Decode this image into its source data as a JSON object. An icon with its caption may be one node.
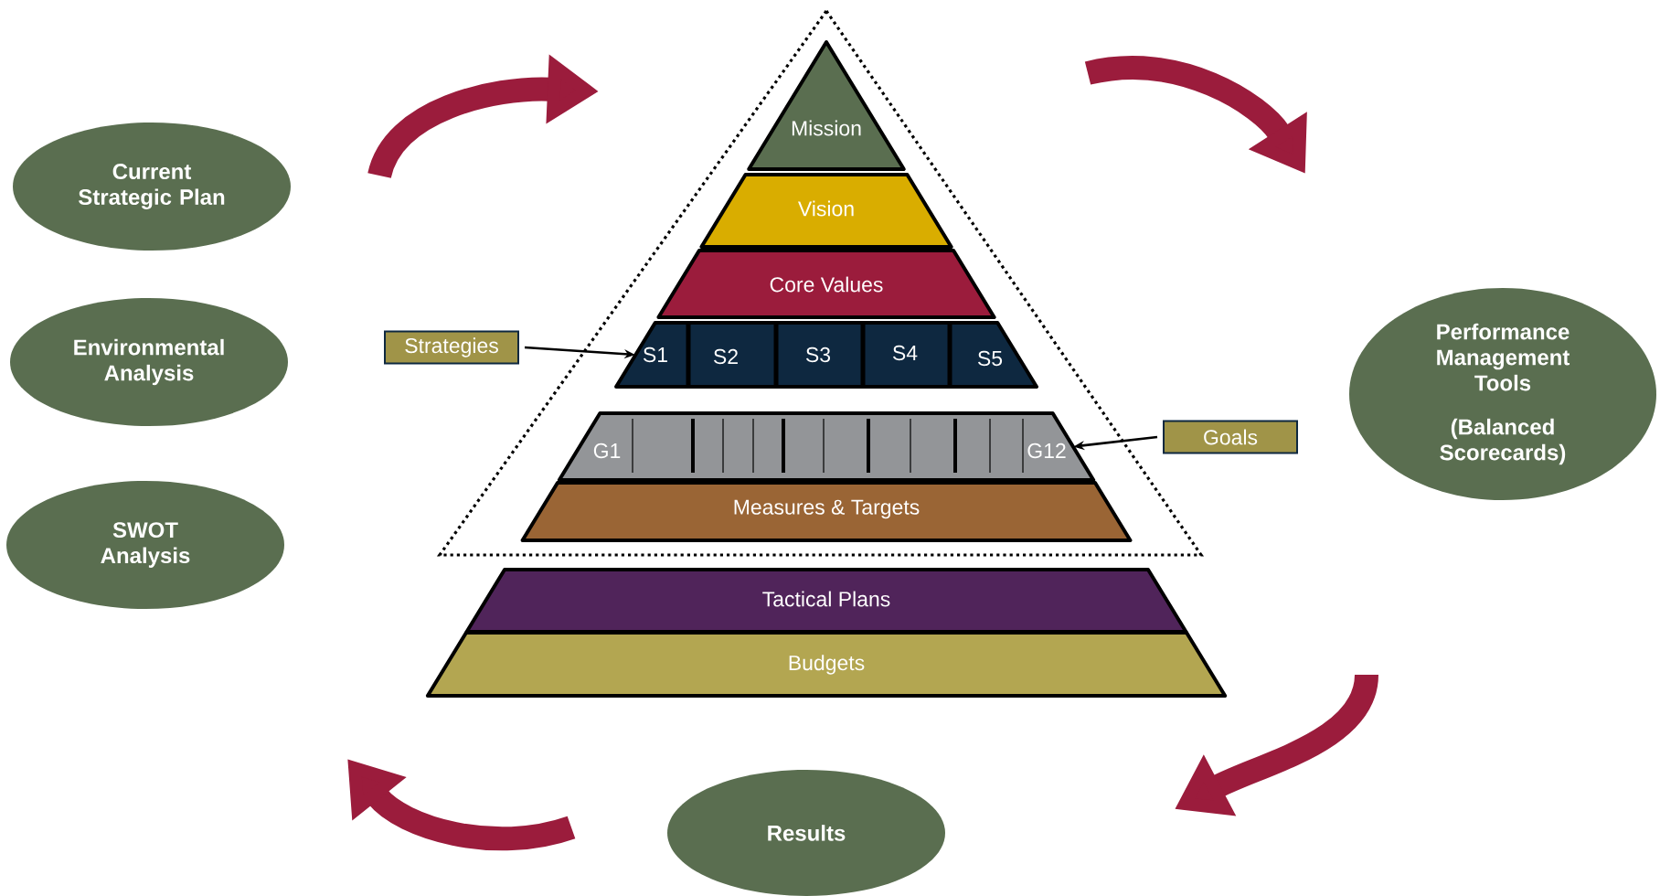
{
  "diagram": {
    "nodes": [
      {
        "text": [
          "Current Strategic Plan"
        ]
      },
      {
        "text": [
          "Environmental Analysis"
        ]
      },
      {
        "text": [
          "SWOT Analysis"
        ]
      },
      {
        "text": [
          "Mission"
        ]
      },
      {
        "text": [
          "Vision"
        ]
      },
      {
        "text": [
          "Core Values"
        ]
      },
      {
        "text": [
          "Strategies"
        ]
      },
      {
        "text": [],
        "shape": "bar"
      },
      {
        "text": [
          "S1"
        ],
        "in": 7
      },
      {
        "text": [
          "S2"
        ],
        "in": 7
      },
      {
        "text": [
          "S3"
        ],
        "in": 7
      },
      {
        "text": [
          "S4"
        ],
        "in": 7
      },
      {
        "text": [
          "S5"
        ],
        "in": 7
      },
      {
        "text": [],
        "shape": "bar"
      },
      {
        "text": [
          "G1"
        ],
        "in": 13
      },
      {
        "text": [
          "G12"
        ],
        "in": 13
      },
      {
        "text": [
          "Goals"
        ]
      },
      {
        "text": [
          "Measures & Targets"
        ]
      },
      {
        "text": [
          "Tactical Plans"
        ]
      },
      {
        "text": [
          "Budgets"
        ]
      },
      {
        "text": [
          "Performance Management Tools",
          "(Balanced Scorecards)"
        ]
      },
      {
        "text": [
          "Results"
        ]
      }
    ],
    "edges": [
      {
        "from": 6,
        "to": 7,
        "arrow": "to",
        "color": "#000000"
      },
      {
        "from": 16,
        "to": 13,
        "arrow": "to",
        "color": "#000000"
      }
    ]
  }
}
